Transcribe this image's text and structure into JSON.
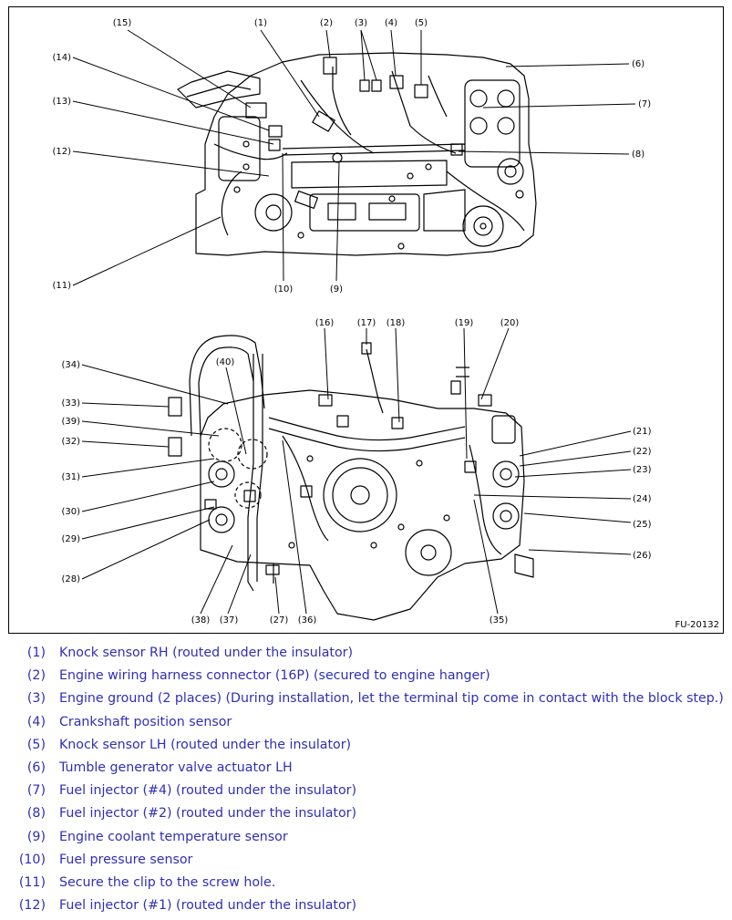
{
  "figure": {
    "figure_id": "FU-20132",
    "top_callouts": [
      "(1)",
      "(2)",
      "(3)",
      "(4)",
      "(5)",
      "(6)",
      "(7)",
      "(8)",
      "(9)",
      "(10)",
      "(11)",
      "(12)",
      "(13)",
      "(14)",
      "(15)"
    ],
    "bottom_callouts": [
      "(16)",
      "(17)",
      "(18)",
      "(19)",
      "(20)",
      "(21)",
      "(22)",
      "(23)",
      "(24)",
      "(25)",
      "(26)",
      "(27)",
      "(28)",
      "(29)",
      "(30)",
      "(31)",
      "(32)",
      "(33)",
      "(34)",
      "(35)",
      "(36)",
      "(37)",
      "(38)",
      "(39)",
      "(40)"
    ]
  },
  "legend": [
    {
      "num": "(1)",
      "text": "Knock sensor RH (routed under the insulator)"
    },
    {
      "num": "(2)",
      "text": "Engine wiring harness connector (16P) (secured to engine hanger)"
    },
    {
      "num": "(3)",
      "text": "Engine ground (2 places) (During installation, let the terminal tip come in contact with the block step.)"
    },
    {
      "num": "(4)",
      "text": "Crankshaft position sensor"
    },
    {
      "num": "(5)",
      "text": "Knock sensor LH (routed under the insulator)"
    },
    {
      "num": "(6)",
      "text": "Tumble generator valve actuator LH"
    },
    {
      "num": "(7)",
      "text": "Fuel injector (#4) (routed under the insulator)"
    },
    {
      "num": "(8)",
      "text": "Fuel injector (#2) (routed under the insulator)"
    },
    {
      "num": "(9)",
      "text": "Engine coolant temperature sensor"
    },
    {
      "num": "(10)",
      "text": "Fuel pressure sensor"
    },
    {
      "num": "(11)",
      "text": "Secure the clip to the screw hole."
    },
    {
      "num": "(12)",
      "text": "Fuel injector (#1) (routed under the insulator)"
    }
  ]
}
